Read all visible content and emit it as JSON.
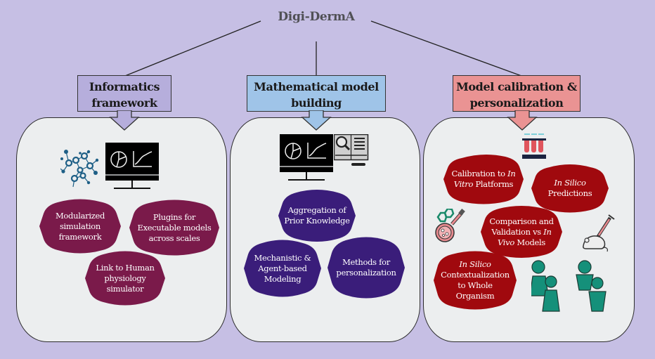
{
  "title": "Digi-DermA",
  "colors": {
    "background": "#c6bfe4",
    "panel": "#eceeef",
    "informatics_header": "#b6aedc",
    "math_header": "#9fc4e8",
    "calibration_header": "#ea9393",
    "informatics_hex": "#7a1a4a",
    "math_hex": "#3a1d7a",
    "calibration_hex": "#a0090e",
    "people": "#15907a"
  },
  "columns": [
    {
      "header": [
        "Informatics",
        "framework"
      ],
      "icons": [
        "network-icon",
        "monitor-chart-icon"
      ],
      "items": [
        [
          "Modularized",
          "simulation",
          "framework"
        ],
        [
          "Plugins for",
          "Executable models",
          "across scales"
        ],
        [
          "Link to Human",
          "physiology",
          "simulator"
        ]
      ]
    },
    {
      "header": [
        "Mathematical model",
        "building"
      ],
      "icons": [
        "monitor-chart-icon",
        "book-magnifier-icon"
      ],
      "items": [
        [
          "Aggregation of",
          "Prior Knowledge"
        ],
        [
          "Mechanistic &",
          "Agent-based",
          "Modeling"
        ],
        [
          "Methods for",
          "personalization"
        ]
      ]
    },
    {
      "header": [
        "Model calibration &",
        "personalization"
      ],
      "icons": [
        "test-tubes-icon",
        "petri-dish-icon",
        "mouse-syringe-icon",
        "people-icon"
      ],
      "items": [
        {
          "line1_plain": "Calibration to ",
          "line1_italic": "In",
          "line2_italic": "Vitro",
          "line2_plain": " Platforms"
        },
        {
          "line1_italic": "In Silico",
          "line2_plain": "Predictions"
        },
        {
          "line1_plain": "Comparison and",
          "line2_plain": "Validation vs ",
          "line2_italic": "In",
          "line3_italic": "Vivo",
          "line3_plain": " Models"
        },
        {
          "line1_italic": "In Silico",
          "line2_plain": "Contextualization",
          "line3_plain": "to Whole Organism"
        }
      ]
    }
  ]
}
